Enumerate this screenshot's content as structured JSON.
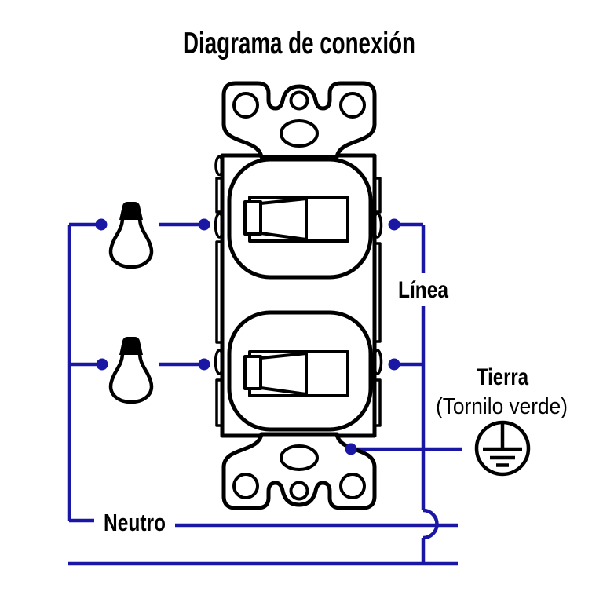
{
  "title": "Diagrama de conexión",
  "labels": {
    "linea": "Línea",
    "tierra": "Tierra",
    "tierra_detail": "(Tornilo verde)",
    "neutro": "Neutro"
  },
  "icons": {
    "bulb_top": "light-bulb-icon",
    "bulb_bottom": "light-bulb-icon",
    "ground": "ground-symbol-icon",
    "device": "duplex-switch-diagram"
  },
  "colors": {
    "wire": "#1a17a4",
    "line_art": "#000000",
    "background": "#ffffff"
  }
}
